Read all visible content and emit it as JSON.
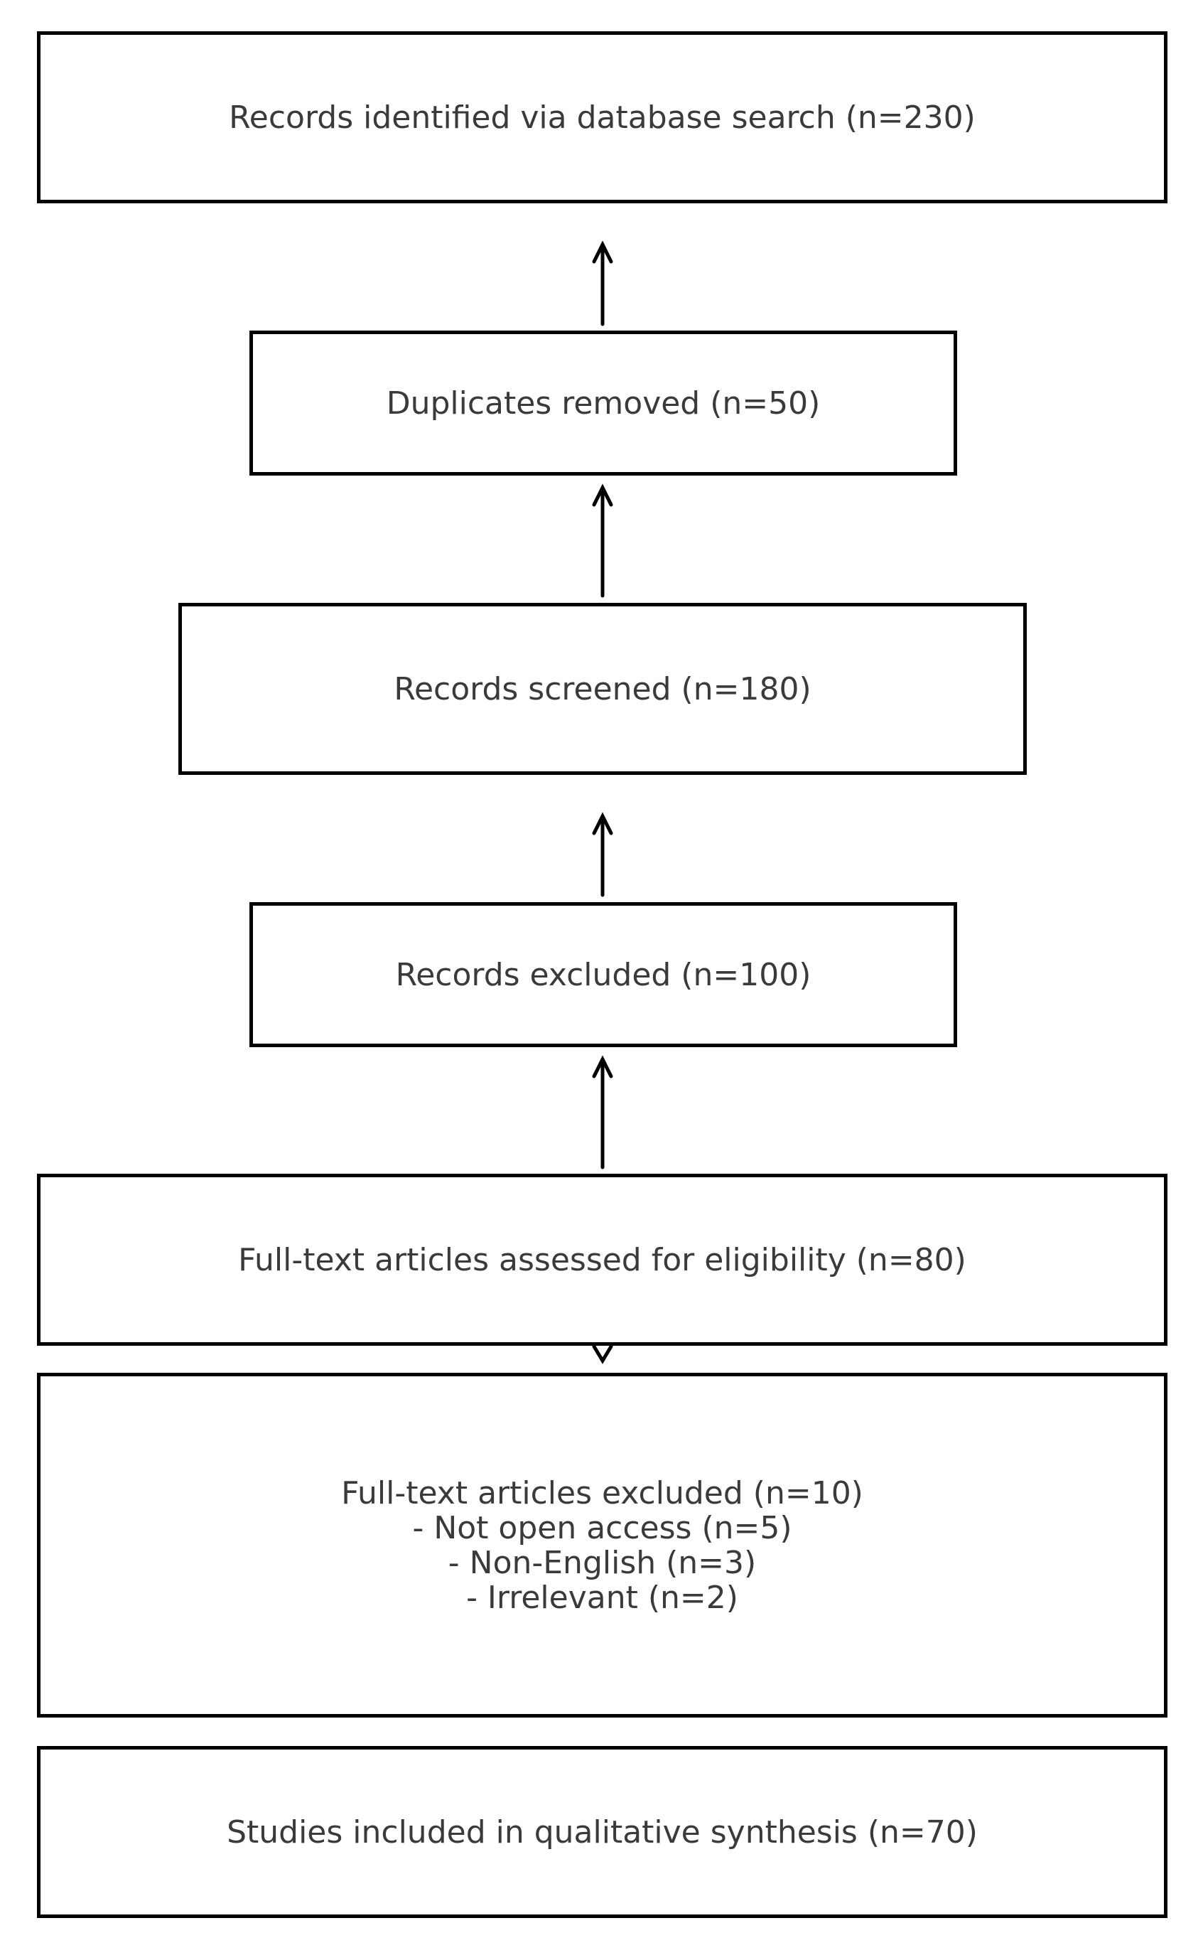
{
  "flowchart": {
    "boxes": [
      {
        "id": "identified",
        "lines": [
          "Records identified via database search (n=230)"
        ]
      },
      {
        "id": "duplicates",
        "lines": [
          "Duplicates removed (n=50)"
        ]
      },
      {
        "id": "screened",
        "lines": [
          "Records screened (n=180)"
        ]
      },
      {
        "id": "excluded",
        "lines": [
          "Records excluded (n=100)"
        ]
      },
      {
        "id": "fulltext",
        "lines": [
          "Full-text articles assessed for eligibility (n=80)"
        ]
      },
      {
        "id": "fulltext-excluded",
        "lines": [
          "Full-text articles excluded (n=10)",
          "- Not open access (n=5)",
          "- Non-English (n=3)",
          "- Irrelevant (n=2)"
        ]
      },
      {
        "id": "included",
        "lines": [
          "Studies included in qualitative synthesis (n=70)"
        ]
      }
    ]
  }
}
